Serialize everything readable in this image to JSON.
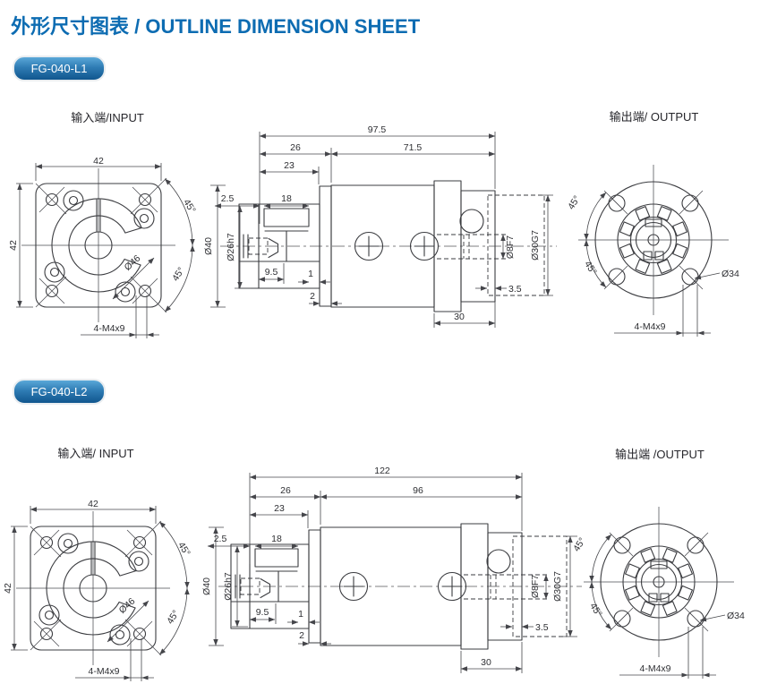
{
  "page": {
    "title": "外形尺寸图表 / OUTLINE DIMENSION SHEET",
    "accent_color": "#0d6cb2",
    "badge_color": "#2f7cb4"
  },
  "sections": [
    {
      "model": "FG-040-L1",
      "input_label": "输入端/INPUT",
      "output_label": "输出端/ OUTPUT",
      "input_view": {
        "width_dim": "42",
        "height_dim": "42",
        "hub_dia": "Ø46",
        "angle_top": "45°",
        "angle_bottom": "45°",
        "mount_screws": "4-M4x9"
      },
      "side_view": {
        "overall": "97.5",
        "front_len": "26",
        "rear_len": "71.5",
        "hub_len": "23",
        "lip": "2.5",
        "key_len": "18",
        "body_dia": "Ø40",
        "pilot_dia": "Ø26h7",
        "key_depth": "9.5",
        "gap1": "1",
        "gap2": "2",
        "out_len": "30",
        "shaft_dia": "Ø8F7",
        "out_pilot_dia": "Ø30G7",
        "bore_depth": "3.5"
      },
      "output_view": {
        "angle_top": "45°",
        "angle_bottom": "45°",
        "bolt_circle": "Ø34",
        "mount_screws": "4-M4x9"
      }
    },
    {
      "model": "FG-040-L2",
      "input_label": "输入端/ INPUT",
      "output_label": "输出端 /OUTPUT",
      "input_view": {
        "width_dim": "42",
        "height_dim": "42",
        "hub_dia": "Ø46",
        "angle_top": "45°",
        "angle_bottom": "45°",
        "mount_screws": "4-M4x9"
      },
      "side_view": {
        "overall": "122",
        "front_len": "26",
        "rear_len": "96",
        "hub_len": "23",
        "lip": "2.5",
        "key_len": "18",
        "body_dia": "Ø40",
        "pilot_dia": "Ø26h7",
        "key_depth": "9.5",
        "gap1": "1",
        "gap2": "2",
        "out_len": "30",
        "shaft_dia": "Ø8F7",
        "out_pilot_dia": "Ø30G7",
        "bore_depth": "3.5"
      },
      "output_view": {
        "angle_top": "45°",
        "angle_bottom": "45°",
        "bolt_circle": "Ø34",
        "mount_screws": "4-M4x9"
      }
    }
  ]
}
